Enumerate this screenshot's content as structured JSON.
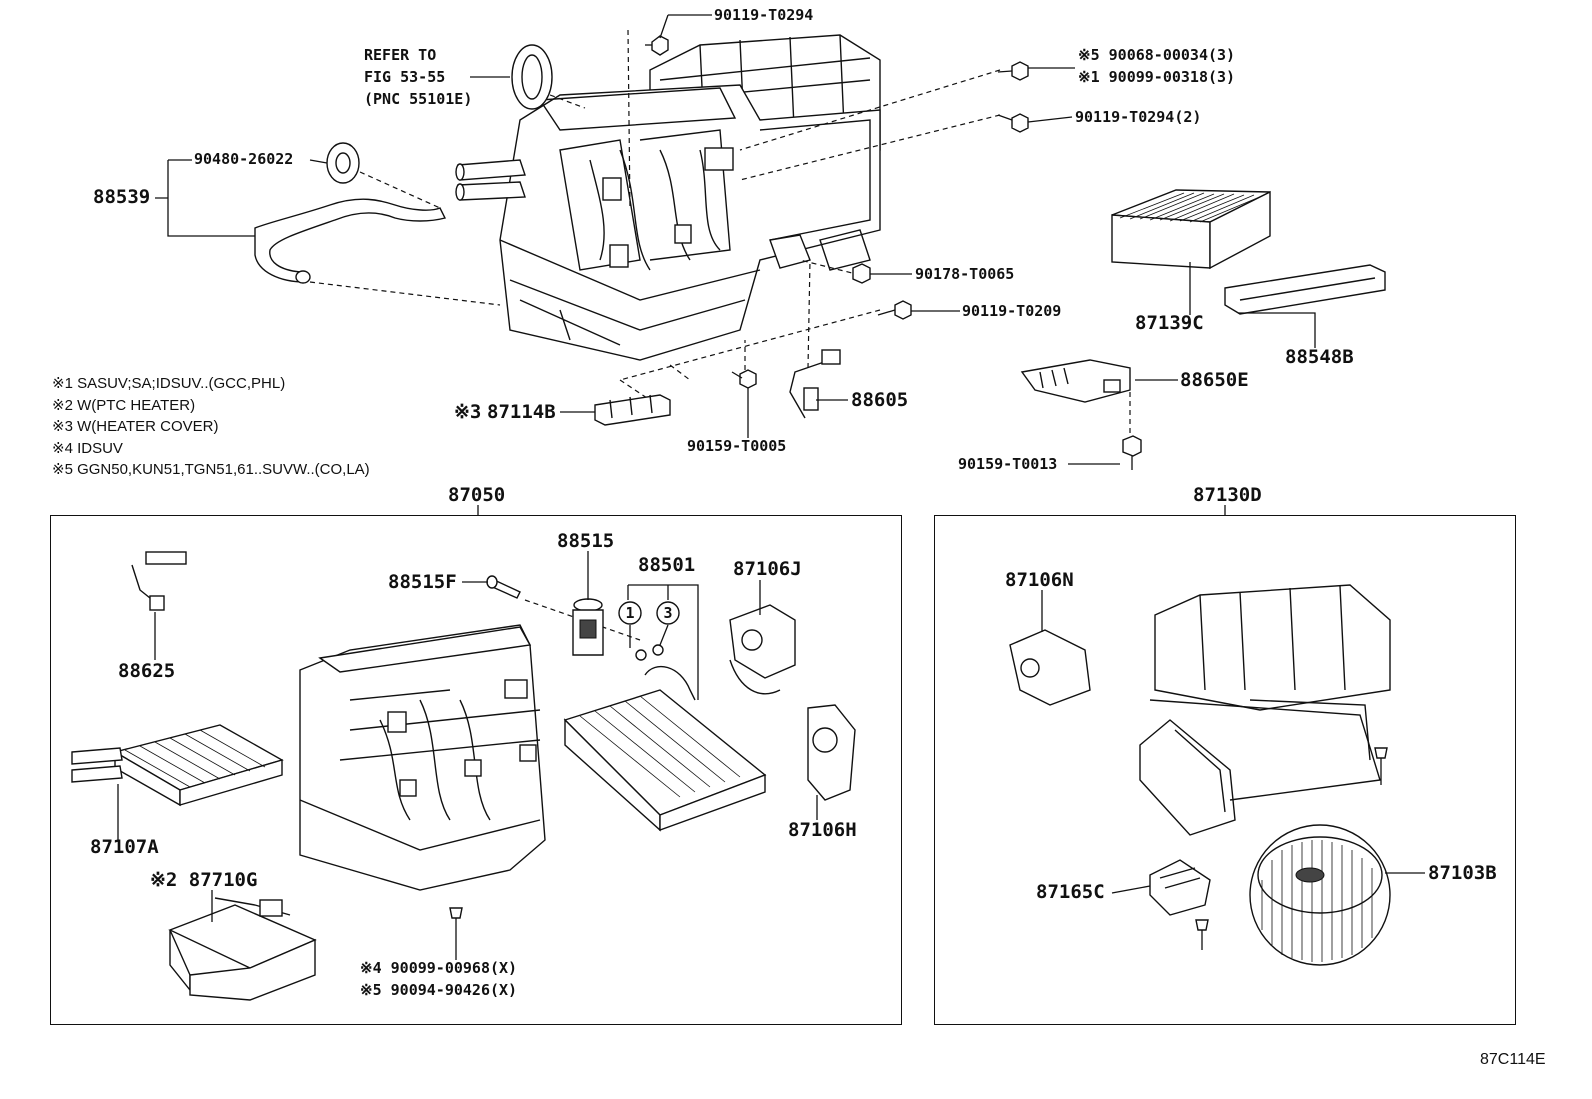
{
  "diagram": {
    "code": "87C114E",
    "refer": {
      "line1": "REFER TO",
      "line2": "FIG 53-55",
      "line3": "(PNC 55101E)"
    },
    "notes": [
      "※1 SASUV;SA;IDSUV..(GCC,PHL)",
      "※2 W(PTC HEATER)",
      "※3 W(HEATER COVER)",
      "※4 IDSUV",
      "※5 GGN50,KUN51,TGN51,61..SUVW..(CO,LA)"
    ],
    "parts": {
      "p90119_T0294_top": "90119-T0294",
      "p90068": "※5 90068-00034(3)",
      "p90099_318": "※1 90099-00318(3)",
      "p90119_T0294_2": "90119-T0294(2)",
      "p90480": "90480-26022",
      "p88539": "88539",
      "p90178": "90178-T0065",
      "p90119_T0209": "90119-T0209",
      "p87139C": "87139C",
      "p88548B": "88548B",
      "p88650E": "88650E",
      "p87114B_mark": "※3",
      "p87114B": "87114B",
      "p88605": "88605",
      "p90159_T0005": "90159-T0005",
      "p90159_T0013": "90159-T0013",
      "p87050": "87050",
      "p87130D": "87130D",
      "p88625": "88625",
      "p88515": "88515",
      "p88515F": "88515F",
      "p88501": "88501",
      "p87106J": "87106J",
      "p87107A": "87107A",
      "p87106H": "87106H",
      "p87710G": "※2 87710G",
      "p90099_968": "※4 90099-00968(X)",
      "p90094": "※5 90094-90426(X)",
      "p87106N": "87106N",
      "p87165C": "87165C",
      "p87103B": "87103B"
    },
    "circles": [
      "1",
      "3"
    ]
  }
}
